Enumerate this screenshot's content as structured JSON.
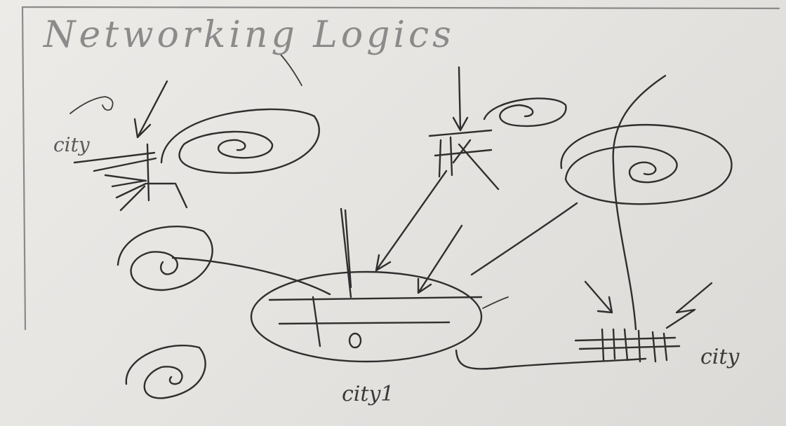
{
  "title": "Networking Logics",
  "labels": {
    "city_left": "city",
    "city_center": "city1",
    "city_right": "city"
  },
  "colors": {
    "paper": "#e7e5e2",
    "ink": "#2f2f2f",
    "title_pencil": "#8b8b8b"
  }
}
